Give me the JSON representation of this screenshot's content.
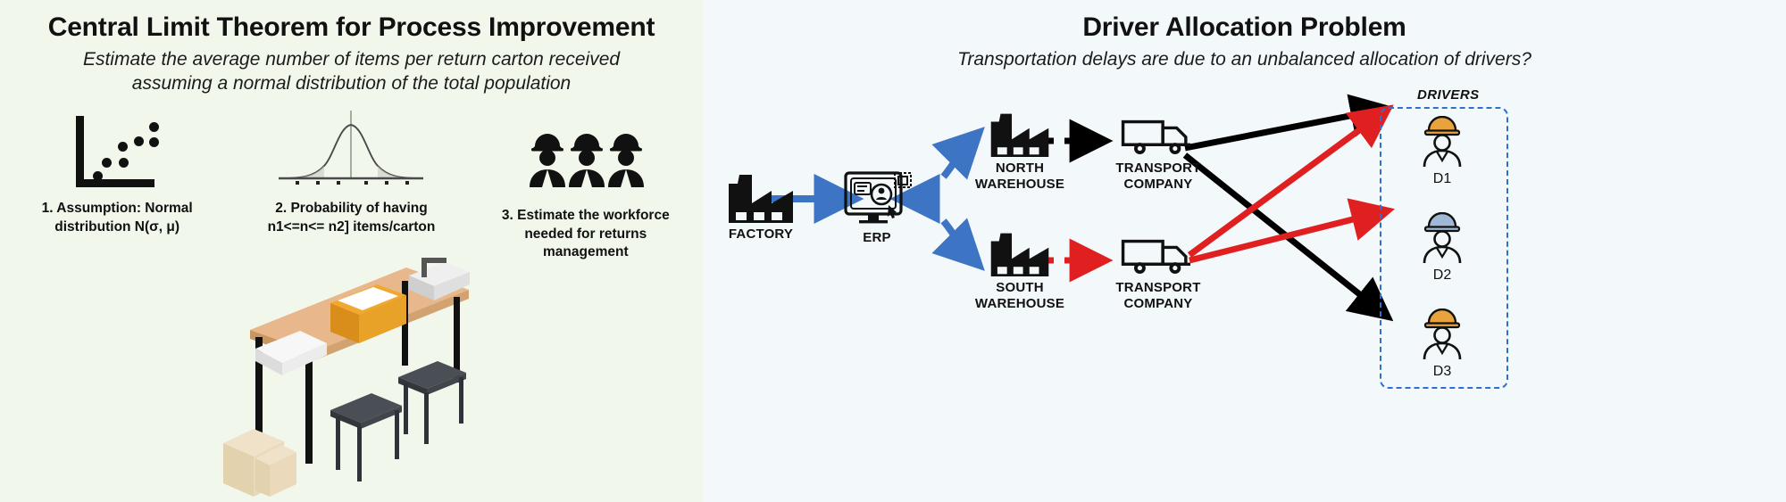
{
  "colors": {
    "left_panel_bg": "#f2f7ec",
    "right_panel_bg": "#f3f8fb",
    "blue_arrow": "#3d74c4",
    "red_arrow": "#e02020",
    "black_arrow": "#000000",
    "dashed_box": "#2f6fd0",
    "text": "#111111"
  },
  "left": {
    "title": "Central Limit Theorem for Process Improvement",
    "subtitle": "Estimate the average number of items per return carton received assuming a normal distribution of the total population",
    "steps": [
      {
        "id": "step-1",
        "icon": "scatter-plot-icon",
        "caption_line1": "1. Assumption: Normal",
        "caption_line2": "distribution N(σ, μ)"
      },
      {
        "id": "step-2",
        "icon": "normal-distribution-curve-icon",
        "caption_line1": "2. Probability of having",
        "caption_line2": "n1<=n<= n2] items/carton"
      },
      {
        "id": "step-3",
        "icon": "workers-group-icon",
        "caption_line1": "3. Estimate the workforce",
        "caption_line2": "needed for returns",
        "caption_line3": "management"
      }
    ],
    "illustration": {
      "name": "warehouse-packing-table-illustration",
      "alt": "Isometric packing table with cartons, boxes and stools"
    }
  },
  "right": {
    "title": "Driver Allocation Problem",
    "subtitle": "Transportation delays are due to an unbalanced allocation of drivers?",
    "nodes": [
      {
        "id": "factory",
        "icon": "factory-icon",
        "label": "FACTORY"
      },
      {
        "id": "erp",
        "icon": "erp-monitor-icon",
        "label": "ERP"
      },
      {
        "id": "north-warehouse",
        "icon": "factory-icon",
        "label": "NORTH\nWAREHOUSE",
        "label_line1": "NORTH",
        "label_line2": "WAREHOUSE"
      },
      {
        "id": "south-warehouse",
        "icon": "factory-icon",
        "label": "SOUTH\nWAREHOUSE",
        "label_line1": "SOUTH",
        "label_line2": "WAREHOUSE"
      },
      {
        "id": "transport-north",
        "icon": "truck-icon",
        "label_line1": "TRANSPORT",
        "label_line2": "COMPANY"
      },
      {
        "id": "transport-south",
        "icon": "truck-icon",
        "label_line1": "TRANSPORT",
        "label_line2": "COMPANY"
      }
    ],
    "drivers_group_title": "DRIVERS",
    "drivers": [
      {
        "id": "driver-1",
        "icon": "driver-avatar-icon",
        "label": "D1"
      },
      {
        "id": "driver-2",
        "icon": "driver-avatar-icon",
        "label": "D2"
      },
      {
        "id": "driver-3",
        "icon": "driver-avatar-icon",
        "label": "D3"
      }
    ],
    "flows": [
      {
        "from": "factory",
        "to": "erp",
        "style": "solid",
        "color": "#3d74c4"
      },
      {
        "from": "north-warehouse",
        "to": "erp",
        "style": "dashed",
        "color": "#3d74c4"
      },
      {
        "from": "south-warehouse",
        "to": "erp",
        "style": "dashed",
        "color": "#3d74c4"
      },
      {
        "from": "north-warehouse",
        "to": "transport-north",
        "style": "dashed",
        "color": "#000000"
      },
      {
        "from": "south-warehouse",
        "to": "transport-south",
        "style": "dashed",
        "color": "#e02020"
      },
      {
        "from": "transport-north",
        "to": "driver-1",
        "style": "solid",
        "color": "#000000"
      },
      {
        "from": "transport-north",
        "to": "driver-3",
        "style": "solid",
        "color": "#000000"
      },
      {
        "from": "transport-south",
        "to": "driver-1",
        "style": "solid",
        "color": "#e02020"
      },
      {
        "from": "transport-south",
        "to": "driver-2",
        "style": "solid",
        "color": "#e02020"
      }
    ]
  }
}
